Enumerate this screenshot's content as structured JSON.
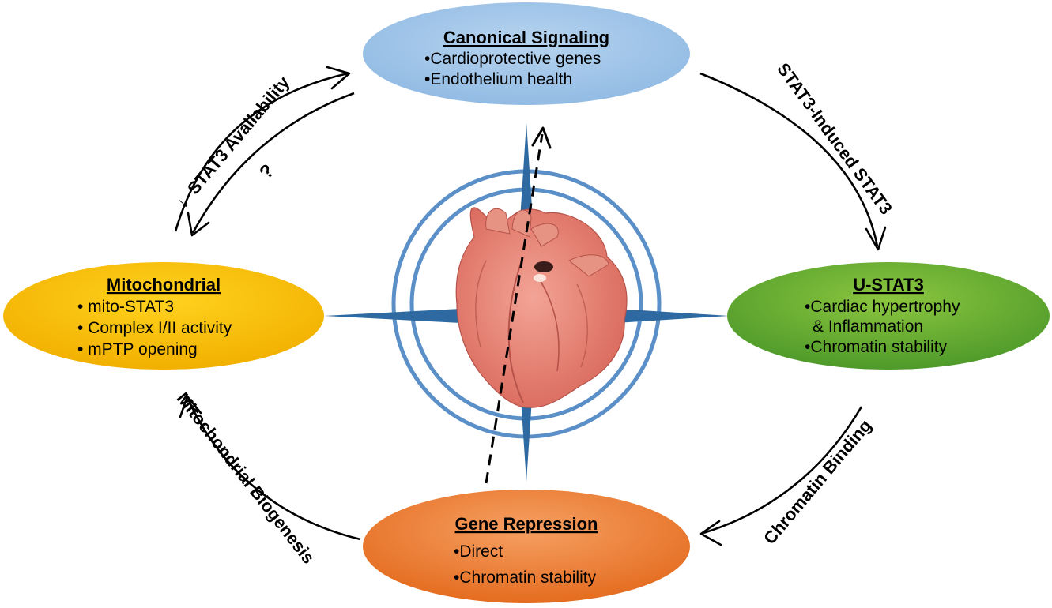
{
  "nodes": {
    "canonical": {
      "title": "Canonical Signaling",
      "items": [
        "•Cardioprotective  genes",
        "•Endothelium health"
      ],
      "fill": "#9dc3e6"
    },
    "ustat3": {
      "title": "U-STAT3",
      "items": [
        "•Cardiac hypertrophy",
        "& Inflammation",
        "•Chromatin stability"
      ],
      "fill": "#70ad47"
    },
    "gene_repression": {
      "title": "Gene Repression",
      "items": [
        "•Direct",
        "•Chromatin stability"
      ],
      "fill": "#ed7d31"
    },
    "mitochondrial": {
      "title": "Mitochondrial",
      "items": [
        "•  mito-STAT3",
        "•  Complex I/II activity",
        "•  mPTP opening"
      ],
      "fill": "#ffc000"
    }
  },
  "edges": {
    "top_right": "STAT3-Induced STAT3",
    "bottom_right": "Chromatin Binding",
    "bottom_left": "Mitochondrial Biogenesis",
    "top_left": "STAT3 Availability",
    "top_left_arrow_glyph": "↓",
    "top_left_question": "?"
  },
  "center": {
    "image": "heart-illustration",
    "compass_color": "#2e6aa1",
    "ring_color": "#5b8fc7",
    "heart_color": "#e8877a"
  }
}
